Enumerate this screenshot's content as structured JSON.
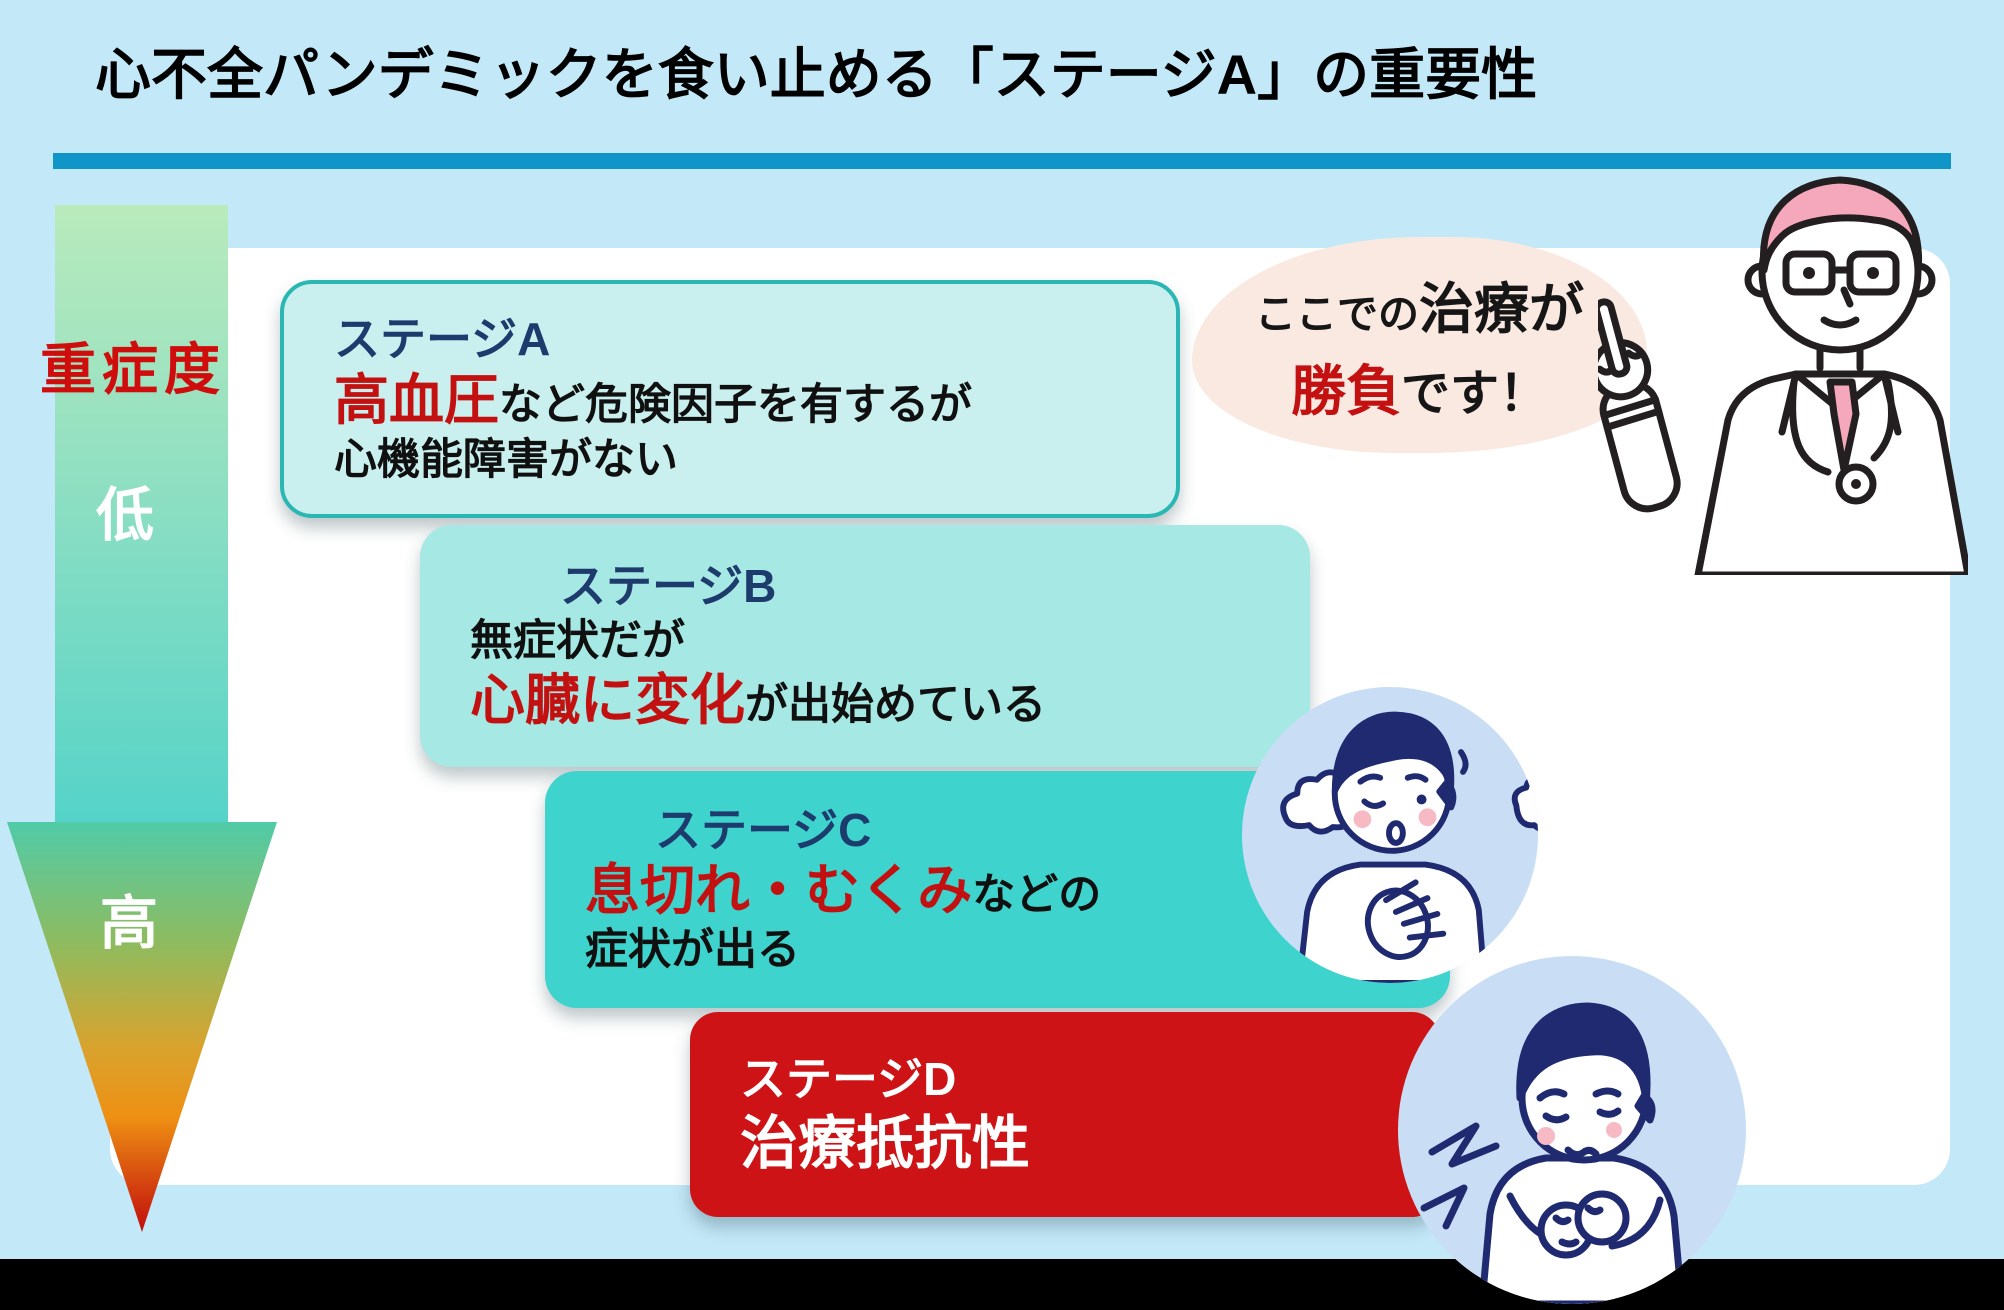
{
  "title": "心不全パンデミックを食い止める「ステージA」の重要性",
  "severity_axis": {
    "label": "重症度",
    "low": "低",
    "high": "高"
  },
  "stages": [
    {
      "name": "ステージA",
      "emphasis": "高血圧",
      "after_emphasis": "など危険因子を有するが",
      "line2": "心機能障害がない"
    },
    {
      "name": "ステージB",
      "line1": "無症状だが",
      "emphasis": "心臓に変化",
      "after_emphasis": "が出始めている"
    },
    {
      "name": "ステージC",
      "emphasis": "息切れ・むくみ",
      "after_emphasis": "などの",
      "line2": "症状が出る"
    },
    {
      "name": "ステージD",
      "line1": "治療抵抗性"
    }
  ],
  "speech_bubble": {
    "line1_normal": "ここでの",
    "line1_emphasis": "治療が",
    "line2_emphasis": "勝負",
    "line2_normal": "です！"
  },
  "illustrations": {
    "doctor": "doctor-pointing-icon",
    "patient_stage_c": "patient-short-of-breath-icon",
    "patient_stage_d": "patient-chest-pain-icon"
  },
  "colors": {
    "background": "#c3e8f8",
    "title_underline": "#1095c8",
    "panel": "#ffffff",
    "stage_a_fill": "#c9f0ee",
    "stage_a_border": "#2ab7b3",
    "stage_b_fill": "#a6e8e3",
    "stage_c_fill": "#3ed3cd",
    "stage_d_fill": "#cd1315",
    "stage_name_navy": "#1d3b6d",
    "emphasis_red": "#c31111",
    "severity_red": "#cf0d0d",
    "arrow_gradient_top": "#b9eabc",
    "arrow_gradient_teal": "#55d3c8",
    "arrow_gradient_orange": "#ee9013",
    "arrow_tip_red": "#c20d0d",
    "bubble_fill": "#f9e9e0",
    "patient_circle_fill": "#c9def5",
    "illustration_navy": "#1f2a70",
    "doctor_hair_pink": "#f5a8bb",
    "bottom_bar": "#000000"
  }
}
